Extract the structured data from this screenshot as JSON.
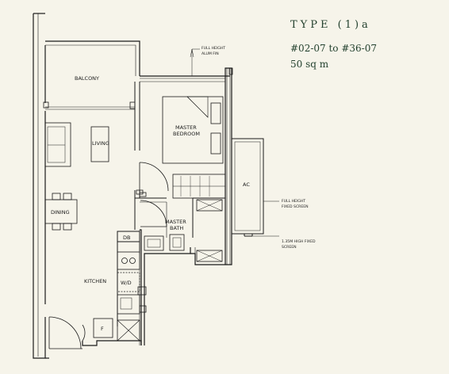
{
  "unit": {
    "type_label": "TYPE (1)a",
    "unit_range": "#02-07 to #36-07",
    "area": "50 sq m"
  },
  "rooms": {
    "balcony": "BALCONY",
    "living": "LIVING",
    "dining": "DINING",
    "kitchen": "KITCHEN",
    "master_bedroom_line1": "MASTER",
    "master_bedroom_line2": "BEDROOM",
    "master_bath_line1": "MASTER",
    "master_bath_line2": "BATH",
    "ac": "AC",
    "db": "DB",
    "wd": "W/D",
    "fridge": "F"
  },
  "annotations": {
    "alum_fin_line1": "FULL HEIGHT",
    "alum_fin_line2": "ALUM FIN",
    "fixed_screen_line1": "FULL HEIGHT",
    "fixed_screen_line2": "FIXED SCREEN",
    "high_screen_line1": "1.35M HIGH FIXED",
    "high_screen_line2": "SCREEN"
  },
  "colors": {
    "background": "#f6f4ea",
    "heading": "#23412e",
    "line": "#1a1a1a"
  }
}
